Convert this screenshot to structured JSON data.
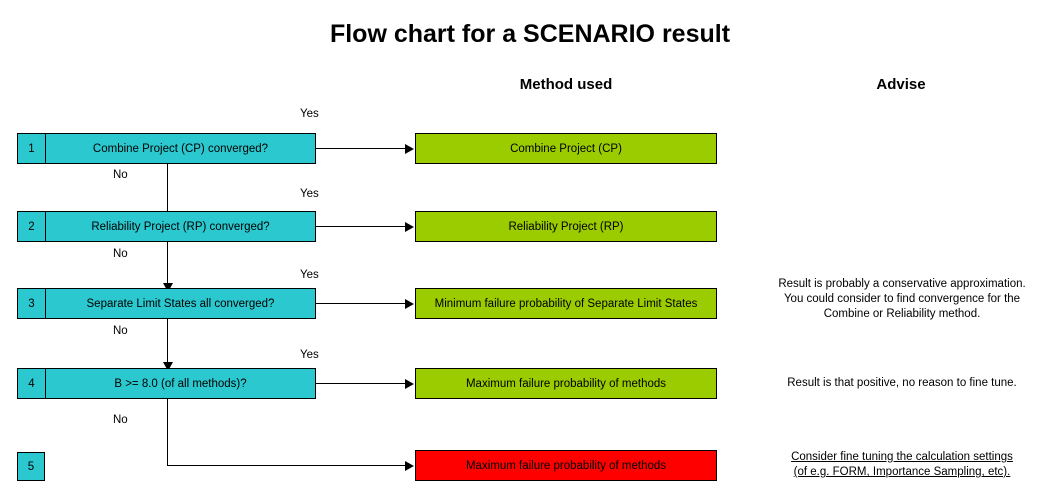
{
  "title": "Flow chart for a SCENARIO result",
  "headers": {
    "method": "Method used",
    "advise": "Advise"
  },
  "labels": {
    "yes": "Yes",
    "no": "No"
  },
  "colors": {
    "cyan": "#2BC9CF",
    "green": "#9BCC00",
    "red": "#FF0000",
    "line": "#000000",
    "background": "#FFFFFF"
  },
  "rows": [
    {
      "number": "1",
      "decision": "Combine Project (CP) converged?",
      "result": "Combine Project (CP)",
      "result_color": "green",
      "yes_label": "Yes",
      "no_label": "No",
      "advise_lines": []
    },
    {
      "number": "2",
      "decision": "Reliability Project (RP) converged?",
      "result": "Reliability Project (RP)",
      "result_color": "green",
      "yes_label": "Yes",
      "no_label": "No",
      "advise_lines": []
    },
    {
      "number": "3",
      "decision": "Separate Limit States all converged?",
      "result": "Minimum failure probability of Separate Limit States",
      "result_color": "green",
      "yes_label": "Yes",
      "no_label": "No",
      "advise_lines": [
        "Result is probably a conservative approximation.",
        "You could consider to find convergence for the",
        "Combine or Reliability method."
      ]
    },
    {
      "number": "4",
      "decision": "B >= 8.0 (of all methods)?",
      "result": "Maximum failure probability of methods",
      "result_color": "green",
      "yes_label": "Yes",
      "no_label": "No",
      "advise_lines": [
        "Result is that positive, no reason to fine tune."
      ]
    },
    {
      "number": "5",
      "decision": "",
      "result": "Maximum failure probability of methods",
      "result_color": "red",
      "yes_label": "",
      "no_label": "",
      "advise_lines": [
        "Consider fine tuning the calculation settings",
        "(of e.g. FORM, Importance Sampling, etc)."
      ],
      "advise_underlined": true
    }
  ]
}
